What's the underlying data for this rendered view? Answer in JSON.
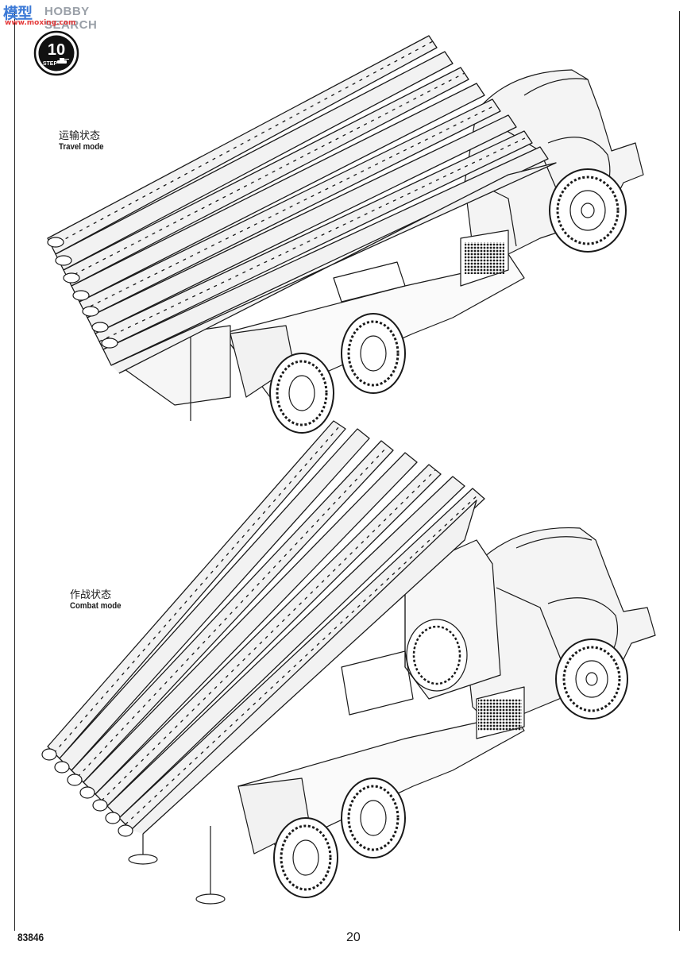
{
  "watermark": {
    "logo": "模型",
    "search": "HOBBY SEARCH",
    "domain": "www.moxing.com"
  },
  "step": {
    "number": "10",
    "label": "STEP"
  },
  "travel": {
    "label_zh": "运输状态",
    "label_en": "Travel mode"
  },
  "combat": {
    "label_zh": "作战状态",
    "label_en": "Combat mode"
  },
  "footer": {
    "code": "83846",
    "page": "20"
  }
}
